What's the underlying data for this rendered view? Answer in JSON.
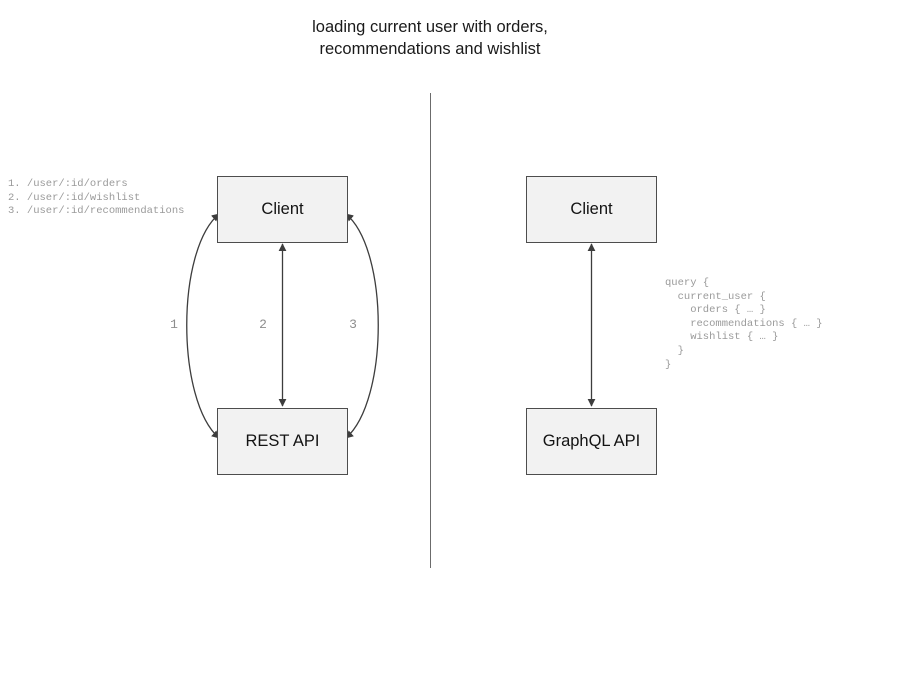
{
  "diagram": {
    "title": "loading current user with orders,\nrecommendations and wishlist",
    "divider": {
      "label": "vertical-separator"
    },
    "colors": {
      "node_fill": "#f2f2f2",
      "node_border": "#4d4d4d",
      "stroke": "#3d3d3d",
      "muted_text": "#9a9a9a",
      "title_text": "#1a1a1a"
    }
  },
  "rest_panel": {
    "client_label": "Client",
    "api_label": "REST API",
    "endpoints": "1. /user/:id/orders\n2. /user/:id/wishlist\n3. /user/:id/recommendations",
    "arrow_numbers": [
      "1",
      "2",
      "3"
    ]
  },
  "graphql_panel": {
    "client_label": "Client",
    "api_label": "GraphQL API",
    "query": "query {\n  current_user {\n    orders { … }\n    recommendations { … }\n    wishlist { … }\n  }\n}"
  }
}
